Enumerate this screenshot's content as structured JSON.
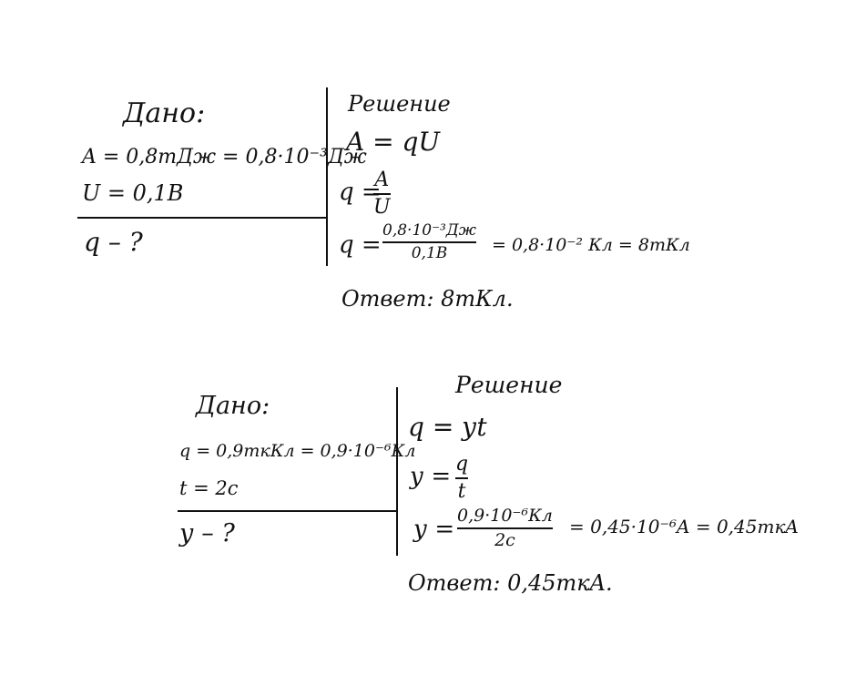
{
  "problem1": {
    "given_title": "Дано:",
    "given": [
      "A = 0,8mДж = 0,8·10⁻³Дж",
      "U = 0,1B"
    ],
    "find": "q – ?",
    "solution_title": "Решение",
    "formula1": "A = qU",
    "formula2_lhs": "q =",
    "formula2_num": "A",
    "formula2_den": "U",
    "calc_lhs": "q =",
    "calc_num": "0,8·10⁻³Дж",
    "calc_den": "0,1B",
    "calc_rhs": "= 0,8·10⁻² Кл = 8mКл",
    "answer": "Ответ: 8mКл."
  },
  "problem2": {
    "given_title": "Дано:",
    "given": [
      "q = 0,9mкКл = 0,9·10⁻⁶Кл",
      "t = 2c"
    ],
    "find": "у – ?",
    "solution_title": "Решение",
    "formula1": "q = уt",
    "formula2_lhs": "у =",
    "formula2_num": "q",
    "formula2_den": "t",
    "calc_lhs": "у =",
    "calc_num": "0,9·10⁻⁶Кл",
    "calc_den": "2c",
    "calc_rhs": "= 0,45·10⁻⁶A = 0,45mкA",
    "answer": "Ответ: 0,45mкA."
  }
}
